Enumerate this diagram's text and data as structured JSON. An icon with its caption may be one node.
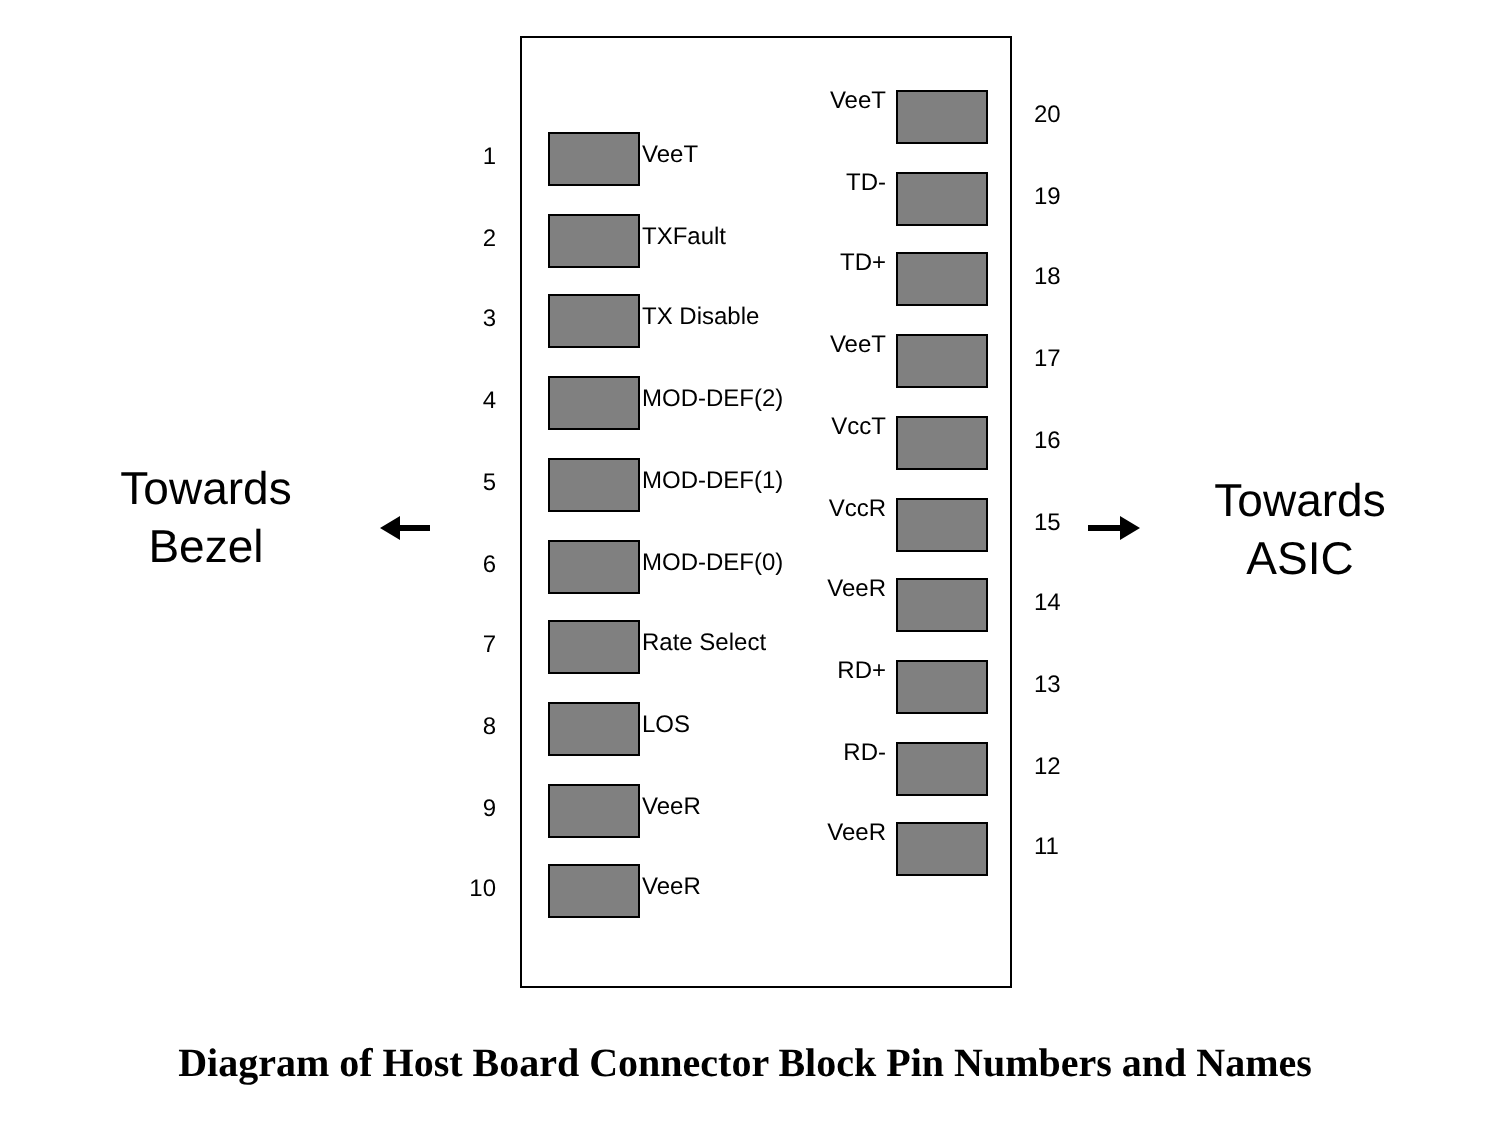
{
  "diagram": {
    "caption": "Diagram of Host Board Connector Block Pin Numbers and Names",
    "nodes": [
      {
        "text": [],
        "shape": "box"
      },
      {
        "text": [],
        "shape": "box",
        "in": 0,
        "beside": [
          "VeeT",
          "1"
        ]
      },
      {
        "text": [],
        "shape": "box",
        "in": 0,
        "beside": [
          "TXFault",
          "2"
        ]
      },
      {
        "text": [],
        "shape": "box",
        "in": 0,
        "beside": [
          "TX Disable",
          "3"
        ]
      },
      {
        "text": [],
        "shape": "box",
        "in": 0,
        "beside": [
          "MOD-DEF(2)",
          "4"
        ]
      },
      {
        "text": [],
        "shape": "box",
        "in": 0,
        "beside": [
          "MOD-DEF(1)",
          "5"
        ]
      },
      {
        "text": [],
        "shape": "box",
        "in": 0,
        "beside": [
          "MOD-DEF(0)",
          "6"
        ]
      },
      {
        "text": [],
        "shape": "box",
        "in": 0,
        "beside": [
          "Rate Select",
          "7"
        ]
      },
      {
        "text": [],
        "shape": "box",
        "in": 0,
        "beside": [
          "LOS",
          "8"
        ]
      },
      {
        "text": [],
        "shape": "box",
        "in": 0,
        "beside": [
          "VeeR",
          "9"
        ]
      },
      {
        "text": [],
        "shape": "box",
        "in": 0,
        "beside": [
          "VeeR",
          "10"
        ]
      },
      {
        "text": [],
        "shape": "box",
        "in": 0,
        "beside": [
          "VeeT",
          "20"
        ]
      },
      {
        "text": [],
        "shape": "box",
        "in": 0,
        "beside": [
          "TD-",
          "19"
        ]
      },
      {
        "text": [],
        "shape": "box",
        "in": 0,
        "beside": [
          "TD+",
          "18"
        ]
      },
      {
        "text": [],
        "shape": "box",
        "in": 0,
        "beside": [
          "VeeT",
          "17"
        ]
      },
      {
        "text": [],
        "shape": "box",
        "in": 0,
        "beside": [
          "VccT",
          "16"
        ]
      },
      {
        "text": [],
        "shape": "box",
        "in": 0,
        "beside": [
          "VccR",
          "15"
        ]
      },
      {
        "text": [],
        "shape": "box",
        "in": 0,
        "beside": [
          "VeeR",
          "14"
        ]
      },
      {
        "text": [],
        "shape": "box",
        "in": 0,
        "beside": [
          "RD+",
          "13"
        ]
      },
      {
        "text": [],
        "shape": "box",
        "in": 0,
        "beside": [
          "RD-",
          "12"
        ]
      },
      {
        "text": [],
        "shape": "box",
        "in": 0,
        "beside": [
          "VeeR",
          "11"
        ]
      }
    ],
    "labels": [
      "Towards Bezel",
      "Towards ASIC"
    ]
  }
}
